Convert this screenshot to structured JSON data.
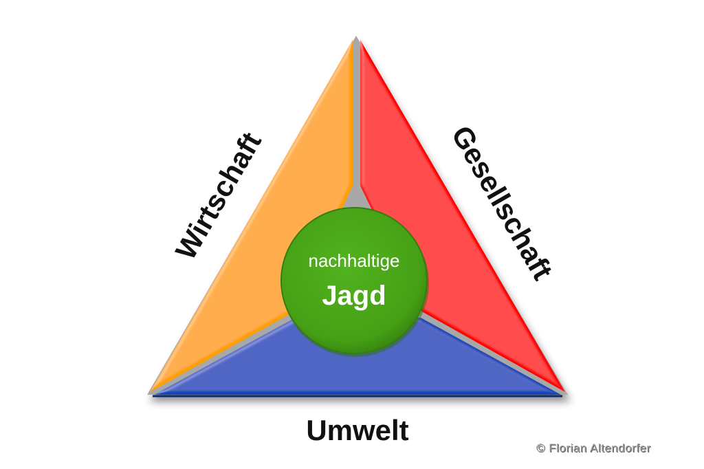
{
  "diagram": {
    "type": "sustainability-triangle",
    "center": {
      "line1": "nachhaltige",
      "line2": "Jagd",
      "color": "#4aa619"
    },
    "segments": [
      {
        "id": "wirtschaft",
        "label": "Wirtschaft",
        "position": "left",
        "color": "#ff9f00"
      },
      {
        "id": "gesellschaft",
        "label": "Gesellschaft",
        "position": "right",
        "color": "#ff0000"
      },
      {
        "id": "umwelt",
        "label": "Umwelt",
        "position": "bottom",
        "color": "#1446b8"
      }
    ],
    "separator_color": "#a8a8a8"
  },
  "copyright": "© Florian Altendorfer"
}
